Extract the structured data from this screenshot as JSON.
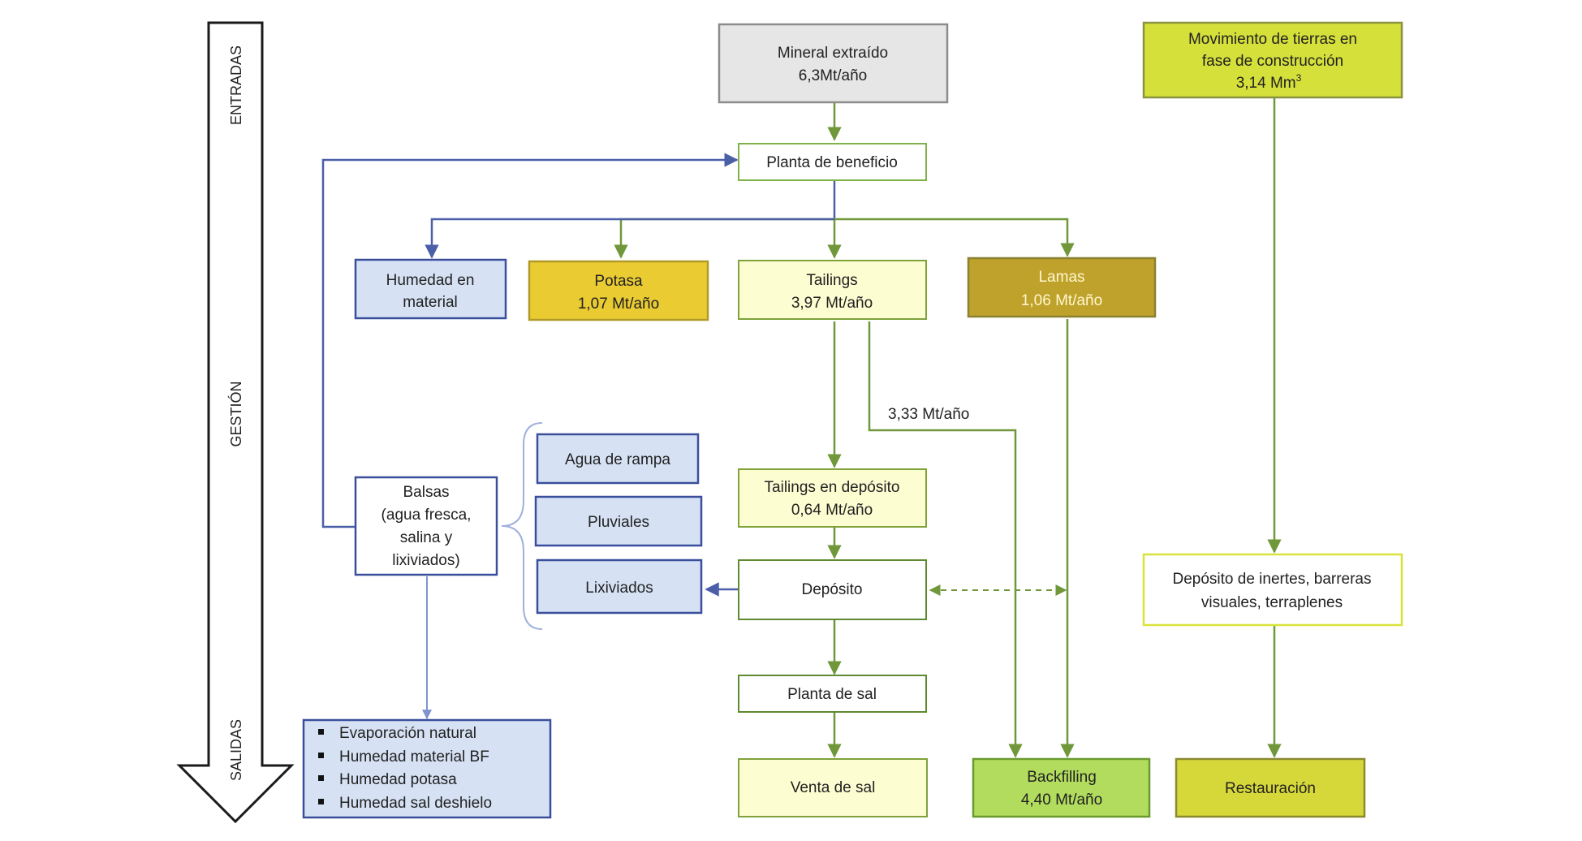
{
  "colors": {
    "green_line": "#70973a",
    "blue_line": "#4a5fa8",
    "blue_fill": "#d6e2f4",
    "blue_stroke": "#3a4f9c",
    "green_stroke": "#70a03a",
    "text": "#222222"
  },
  "stages": {
    "entradas": "ENTRADAS",
    "gestion": "GESTIÓN",
    "salidas": "SALIDAS"
  },
  "boxes": {
    "mineral": {
      "line1": "Mineral extraído",
      "line2": "6,3Mt/año",
      "fill": "#e6e6e6",
      "stroke": "#8c8c8c"
    },
    "movimiento": {
      "line1": "Movimiento de tierras en",
      "line2": "fase de construcción",
      "line3": "3,14 Mm",
      "sup": "3",
      "fill": "#d6e03a",
      "stroke": "#8a9440"
    },
    "planta_beneficio": {
      "line1": "Planta de beneficio",
      "fill": "#ffffff",
      "stroke": "#7fb24a"
    },
    "humedad_material": {
      "line1": "Humedad en",
      "line2": "material",
      "fill": "#d6e2f4",
      "stroke": "#3a4f9c"
    },
    "potasa": {
      "line1": "Potasa",
      "line2": "1,07 Mt/año",
      "fill": "#eacb32",
      "stroke": "#b09a28"
    },
    "tailings": {
      "line1": "Tailings",
      "line2": "3,97 Mt/año",
      "fill": "#fdfdd2",
      "stroke": "#7fa23a"
    },
    "lamas": {
      "line1": "Lamas",
      "line2": "1,06 Mt/año",
      "fill": "#bfa22c",
      "stroke": "#8a8230",
      "text_color": "#fff7cc"
    },
    "agua_rampa": {
      "line1": "Agua de rampa",
      "fill": "#d6e2f4",
      "stroke": "#3a4f9c"
    },
    "pluviales": {
      "line1": "Pluviales",
      "fill": "#d6e2f4",
      "stroke": "#3a4f9c"
    },
    "lixiviados": {
      "line1": "Lixiviados",
      "fill": "#d6e2f4",
      "stroke": "#3a4f9c"
    },
    "balsas": {
      "line1": "Balsas",
      "line2": "(agua fresca,",
      "line3": "salina y",
      "line4": "lixiviados)",
      "fill": "#ffffff",
      "stroke": "#3a4f9c"
    },
    "tailings_deposito": {
      "line1": "Tailings en depósito",
      "line2": "0,64 Mt/año",
      "fill": "#fdfdd2",
      "stroke": "#7fa23a"
    },
    "deposito": {
      "line1": "Depósito",
      "fill": "#ffffff",
      "stroke": "#5f8a2f"
    },
    "deposito_inertes": {
      "line1": "Depósito de inertes, barreras",
      "line2": "visuales, terraplenes",
      "fill": "#ffffff",
      "stroke": "#d9e23a"
    },
    "planta_sal": {
      "line1": "Planta de sal",
      "fill": "#ffffff",
      "stroke": "#5f8a2f"
    },
    "venta_sal": {
      "line1": "Venta de sal",
      "fill": "#fdfdd2",
      "stroke": "#7fa23a"
    },
    "backfilling": {
      "line1": "Backfilling",
      "line2": "4,40 Mt/año",
      "fill": "#b2dc5e",
      "stroke": "#6a9a2e"
    },
    "restauracion": {
      "line1": "Restauración",
      "fill": "#d6d83a",
      "stroke": "#8a8a30"
    }
  },
  "salidas_list": [
    "Evaporación natural",
    "Humedad material BF",
    "Humedad potasa",
    "Humedad sal deshielo"
  ],
  "flow_label": "3,33 Mt/año"
}
